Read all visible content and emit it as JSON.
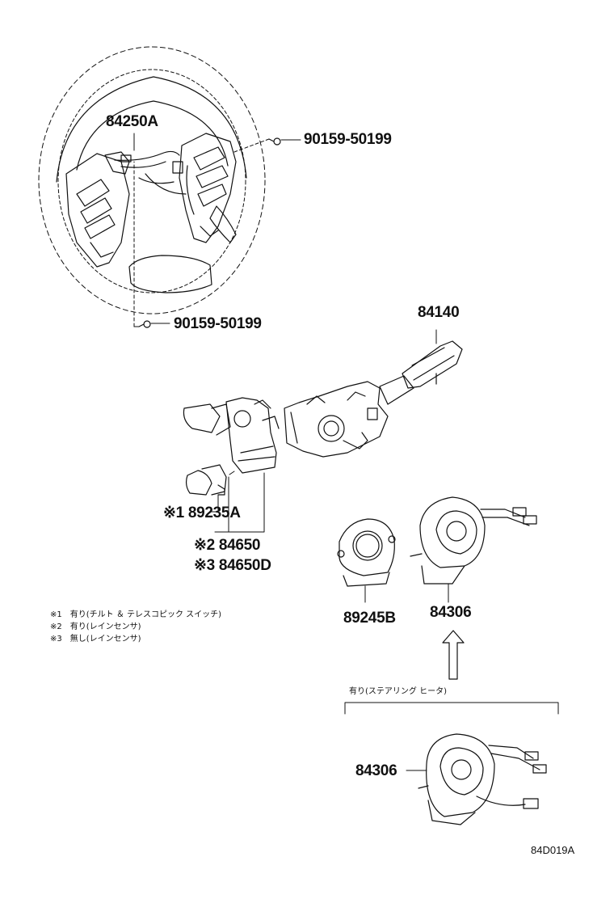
{
  "labels": {
    "steering_switch": "84250A",
    "screw_upper": "90159-50199",
    "screw_lower": "90159-50199",
    "combination_switch": "84140",
    "tilt_switch": "※1 89235A",
    "wiper_switch_1": "※2 84650",
    "wiper_switch_2": "※3 84650D",
    "sensor": "89245B",
    "spiral_cable": "84306",
    "spiral_cable_heater": "84306"
  },
  "notes": [
    "※1　有り(チルト ＆ テレスコピック スイッチ)",
    "※2　有り(レインセンサ)",
    "※3　無し(レインセンサ)"
  ],
  "heater_note": "有り(ステアリング ヒータ)",
  "diagram_code": "84D019A"
}
